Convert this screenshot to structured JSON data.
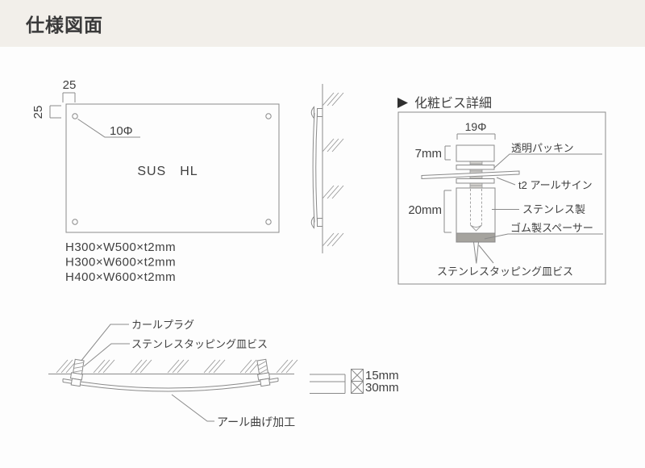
{
  "header": {
    "title": "仕様図面"
  },
  "front_view": {
    "dim_top": "25",
    "dim_left": "25",
    "hole_dia": "10Φ",
    "material": "SUS　HL",
    "sizes": [
      "H300×W500×t2mm",
      "H300×W600×t2mm",
      "H400×W600×t2mm"
    ]
  },
  "bolt_detail": {
    "title": "化粧ビス詳細",
    "head_dia": "19Φ",
    "head_height": "7mm",
    "packing_label": "透明パッキン",
    "sign_label": "t2 アールサイン",
    "spacer_height": "20mm",
    "stainless_label": "ステンレス製",
    "rubber_label": "ゴム製スペーサー",
    "screw_label": "ステンレスタッピング皿ビス"
  },
  "mount_section": {
    "plug_label": "カールプラグ",
    "screw_label": "ステンレスタッピング皿ビス",
    "bend_label": "アール曲げ加工",
    "standoff_options": [
      {
        "label": "15mm",
        "checked": true
      },
      {
        "label": "30mm",
        "checked": true
      }
    ]
  },
  "colors": {
    "header_bg": "#f2efea",
    "canvas_bg": "#fdfdfd",
    "line": "#8a8a8a",
    "text": "#3f3f3f",
    "rubber_spacer_fill": "#a5a39e",
    "marker": "#2f2f2f"
  }
}
